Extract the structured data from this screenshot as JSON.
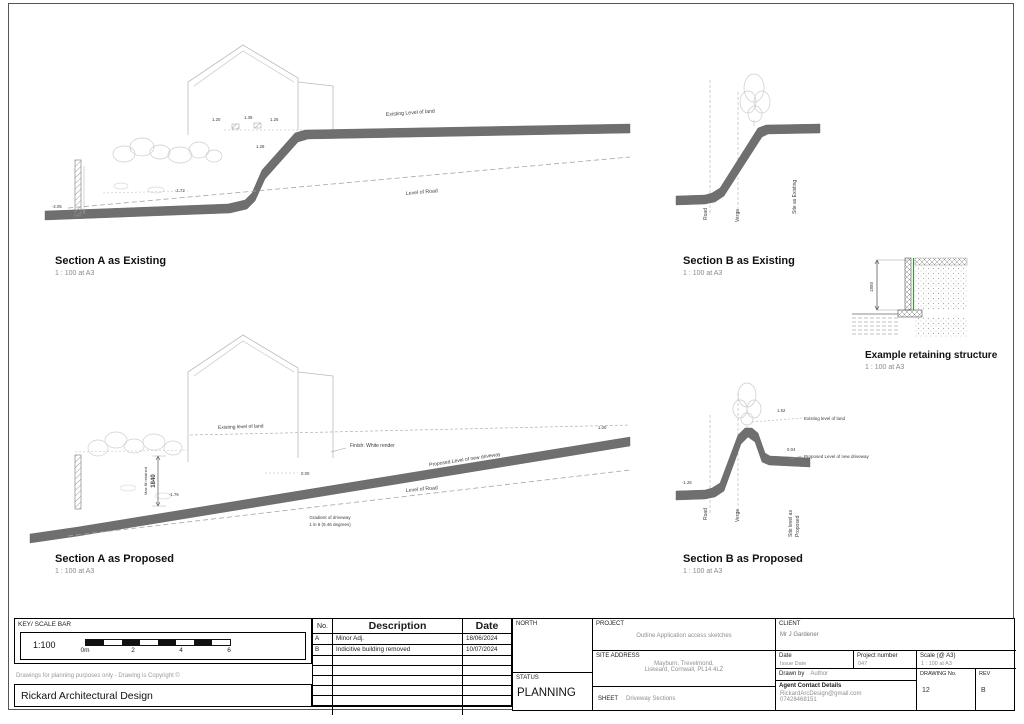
{
  "sections": {
    "a_existing": {
      "title": "Section A as Existing",
      "scale": "1 : 100 at A3",
      "labels": {
        "land": "Existing Level of land",
        "road": "Level of Road"
      },
      "levels": {
        "p120": "1.20",
        "p139": "1.39",
        "p126": "1.26",
        "p128": "1.28",
        "m172": "-1.72",
        "m205": "-2.05"
      }
    },
    "b_existing": {
      "title": "Section B as Existing",
      "scale": "1 : 100 at A3",
      "labels": {
        "road": "Road",
        "verge": "Verge",
        "site": "Site as Existing"
      }
    },
    "retaining": {
      "title": "Example retaining structure",
      "scale": "1 : 100 at A3",
      "dim": "1850"
    },
    "a_proposed": {
      "title": "Section A as Proposed",
      "scale": "1 : 100 at A3",
      "labels": {
        "land": "Existing level of land",
        "finish": "Finish: White render",
        "driveway": "Proposed Level of new driveway",
        "road": "Level of Road",
        "gradient1": "Gradient of driveway",
        "gradient2": "1 in 6 (9.46 degrees)",
        "maxfill": "Max fill retained",
        "maxdim": "1840"
      },
      "levels": {
        "p100": "1.00",
        "p000": "0.00",
        "m176": "-1.76"
      }
    },
    "b_proposed": {
      "title": "Section B as Proposed",
      "scale": "1 : 100 at A3",
      "labels": {
        "land": "Existing level of land",
        "driveway": "Proposed Level of new driveway",
        "road": "Road",
        "verge": "Verge",
        "site1": "Site level as",
        "site2": "Proposed"
      },
      "levels": {
        "p152": "1.52",
        "p004": "0.04",
        "m126": "-1.26"
      }
    }
  },
  "titleblock": {
    "key_label": "KEY/ SCALE BAR",
    "scalebar": {
      "label": "1:100",
      "ticks": [
        "0m",
        "2",
        "4",
        "6"
      ]
    },
    "disclaimer": "Drawings for planning purposes only - Drawing is Copyright ©",
    "firm": "Rickard Architectural Design",
    "revisions": {
      "headers": {
        "no": "No.",
        "description": "Description",
        "date": "Date"
      },
      "rows": [
        {
          "no": "A",
          "description": "Minor Adj.",
          "date": "18/06/2024"
        },
        {
          "no": "B",
          "description": "Indicitive building removed",
          "date": "10/07/2024"
        }
      ]
    },
    "north_label": "NORTH",
    "project_label": "PROJECT",
    "project_value": "Outline Application access sketches",
    "client_label": "CLIENT",
    "client_value": "Mr J Gardener",
    "site_label": "SITE ADDRESS",
    "site_line1": "Mayburn, Trevelmond,",
    "site_line2": "Liskeard, Cornwall, PL14 4LZ",
    "date_label": "Date",
    "date_value": "Issue Date",
    "projno_label": "Project number",
    "projno_value": "047",
    "scale_label": "Scale (@ A3)",
    "scale_a3": "1 : 100 at A3",
    "status_label": "STATUS",
    "status_value": "PLANNING",
    "sheet_label": "SHEET",
    "sheet_value": "Driveway Sections",
    "drawnby_label": "Drawn by",
    "drawnby_value": "Author",
    "agent_label": "Agent Contact Details",
    "agent_email": "RickardArcDesign@gmail.com",
    "agent_phone": "07428468151",
    "drawingno_label": "DRAWING No.",
    "drawingno_value": "12",
    "rev_label": "REV",
    "rev_value": "B"
  }
}
